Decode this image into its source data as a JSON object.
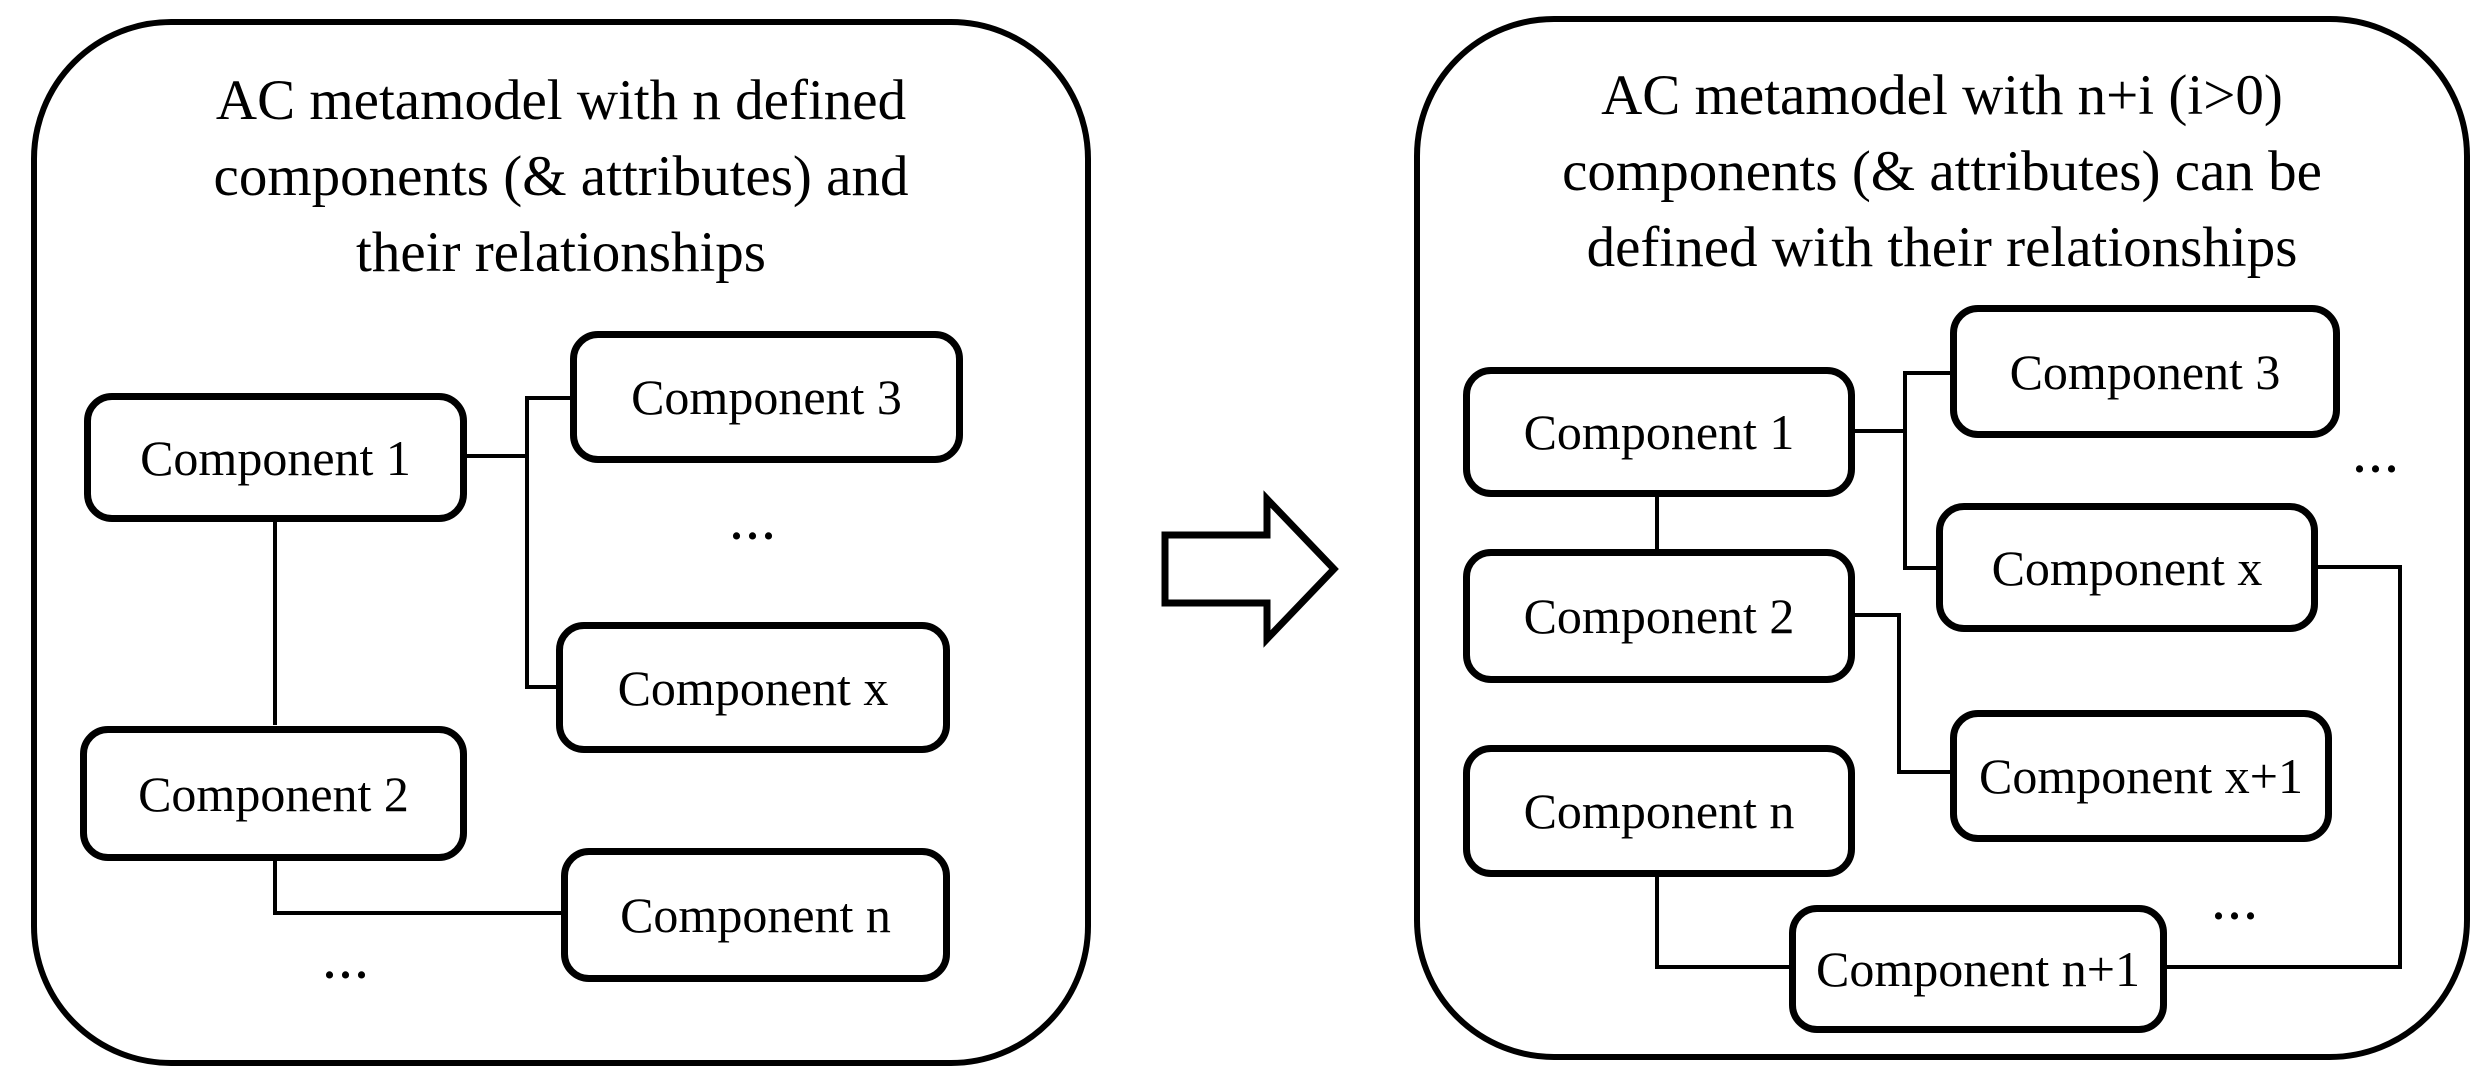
{
  "figure": {
    "background_color": "#ffffff",
    "stroke_color": "#000000",
    "left_panel": {
      "title_lines": [
        "AC metamodel with n defined",
        "components (& attributes) and",
        "their relationships"
      ],
      "boxes": [
        {
          "label": "Component 1"
        },
        {
          "label": "Component 3"
        },
        {
          "label": "Component x"
        },
        {
          "label": "Component 2"
        },
        {
          "label": "Component n"
        }
      ],
      "ellipses": [
        "...",
        "..."
      ]
    },
    "arrow": {
      "shape": "block-arrow-right"
    },
    "right_panel": {
      "title_lines": [
        "AC metamodel with n+i (i>0)",
        "components (& attributes) can be",
        "defined with their relationships"
      ],
      "boxes": [
        {
          "label": "Component 1"
        },
        {
          "label": "Component 3"
        },
        {
          "label": "Component 2"
        },
        {
          "label": "Component x"
        },
        {
          "label": "Component x+1"
        },
        {
          "label": "Component n"
        },
        {
          "label": "Component n+1"
        }
      ],
      "ellipses": [
        "...",
        "..."
      ]
    }
  }
}
